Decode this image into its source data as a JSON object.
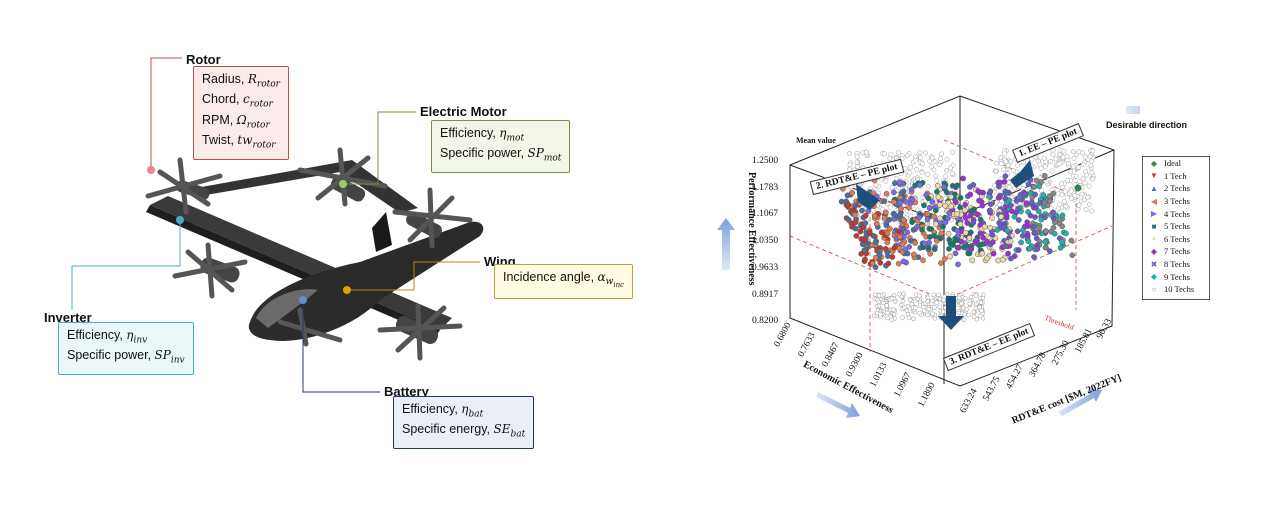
{
  "diagram": {
    "rotor": {
      "title": "Rotor",
      "items": [
        {
          "label": "Radius, ",
          "sym": "R",
          "sub": "rotor"
        },
        {
          "label": "Chord, ",
          "sym": "c",
          "sub": "rotor"
        },
        {
          "label": "RPM, ",
          "sym": "Ω",
          "sub": "rotor"
        },
        {
          "label": "Twist, ",
          "sym": "tw",
          "sub": "rotor"
        }
      ]
    },
    "motor": {
      "title": "Electric Motor",
      "items": [
        {
          "label": "Efficiency, ",
          "sym": "η",
          "sub": "mot"
        },
        {
          "label": "Specific power, ",
          "sym": "SP",
          "sub": "mot"
        }
      ]
    },
    "wing": {
      "title": "Wing",
      "items": [
        {
          "label": "Incidence angle, ",
          "sym": "α",
          "sub": "w",
          "subsub": "inc"
        }
      ]
    },
    "inverter": {
      "title": "Inverter",
      "items": [
        {
          "label": "Efficiency, ",
          "sym": "η",
          "sub": "inv"
        },
        {
          "label": "Specific power, ",
          "sym": "SP",
          "sub": "inv"
        }
      ]
    },
    "battery": {
      "title": "Battery",
      "items": [
        {
          "label": "Efficiency, ",
          "sym": "η",
          "sub": "bat"
        },
        {
          "label": "Specific energy, ",
          "sym": "SE",
          "sub": "bat"
        }
      ]
    },
    "colors": {
      "rotor": "#c0504d",
      "motor": "#77933c",
      "wing": "#b8860b",
      "inverter": "#4bacc6",
      "battery": "#1f3864"
    }
  },
  "chart_data": {
    "type": "scatter",
    "zlabel": "Performance Effectiveness",
    "xlabel": "Economic Effectiveness",
    "ylabel": "RDT&E cost [$M, 2022FY]",
    "z_ticks": [
      "1.2500",
      "1.1783",
      "1.1067",
      "1.0350",
      "0.9633",
      "0.8917",
      "0.8200"
    ],
    "x_ticks": [
      "0.6800",
      "0.7633",
      "0.8467",
      "0.9300",
      "1.0133",
      "1.0967",
      "1.1800"
    ],
    "y_ticks": [
      "633.24",
      "543.75",
      "454.27",
      "364.78",
      "275.30",
      "185.81",
      "96.33"
    ],
    "zlim": [
      0.82,
      1.25
    ],
    "xlim": [
      0.68,
      1.18
    ],
    "ylim": [
      96.33,
      633.24
    ],
    "annotations": {
      "mean_value": "Mean value",
      "threshold": "Threshold",
      "desirable": "Desirable direction",
      "ee_pe": "1. EE – PE plot",
      "rdte_pe": "2. RDT&E – PE plot",
      "rdte_ee": "3. RDT&E – EE plot"
    },
    "legend": [
      {
        "name": "Ideal",
        "marker": "◆",
        "color": "#2e8b57"
      },
      {
        "name": "1 Tech",
        "marker": "▼",
        "color": "#c0392b"
      },
      {
        "name": "2 Techs",
        "marker": "▲",
        "color": "#4a6fa5"
      },
      {
        "name": "3 Techs",
        "marker": "◀",
        "color": "#e07b50"
      },
      {
        "name": "4 Techs",
        "marker": "▶",
        "color": "#7b68ee"
      },
      {
        "name": "5 Techs",
        "marker": "■",
        "color": "#137a6b"
      },
      {
        "name": "6 Techs",
        "marker": "●",
        "color": "#f0d9a8"
      },
      {
        "name": "7 Techs",
        "marker": "◆",
        "color": "#9b30d9"
      },
      {
        "name": "8 Techs",
        "marker": "✖",
        "color": "#6a5acd"
      },
      {
        "name": "9 Techs",
        "marker": "◆",
        "color": "#20b2aa"
      },
      {
        "name": "10 Techs",
        "marker": "○",
        "color": "#888888"
      }
    ]
  }
}
